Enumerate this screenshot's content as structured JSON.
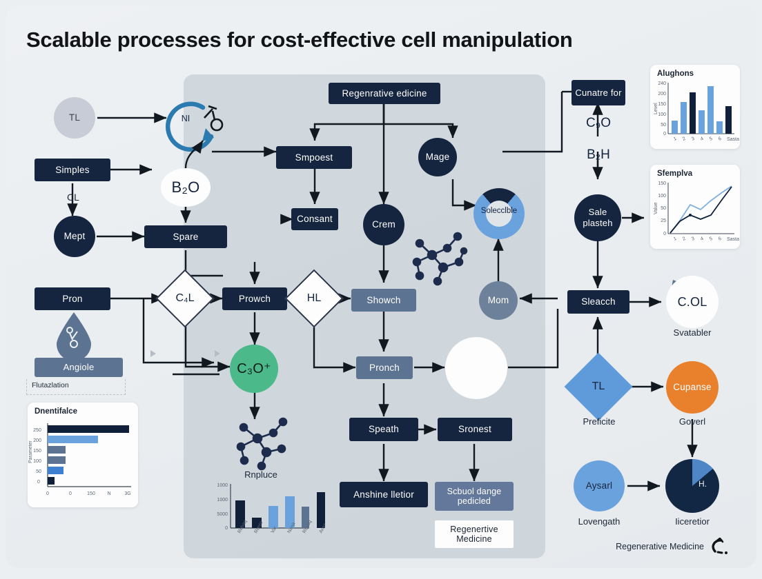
{
  "title": "Scalable processes for cost-effective cell manipulation",
  "footer": {
    "brand": "Regenerative Medicine",
    "logo_icon": "quote-mark-logo"
  },
  "nodes": {
    "tl_circle": "TL",
    "ni_loop": "NI",
    "ni_loop_marker": "O",
    "simples": "Simples",
    "cl_label": "CL",
    "mept": "Mept",
    "b2o": "B₂O",
    "spare": "Spare",
    "pron": "Pron",
    "c4l_diamond": "C₄L",
    "angiole": "Angiole",
    "flutazlation": "Flutazlation",
    "regenerative_medicine": "Regenrative edicine",
    "smpoest": "Smpoest",
    "consant": "Consant",
    "crem": "Crem",
    "mage": "Mage",
    "solecclble": "Solecclble",
    "prowch": "Prowch",
    "c3o_plus": "C₃O⁺",
    "hl_diamond": "HL",
    "showch": "Showch",
    "mom": "Mom",
    "pronch": "Pronch",
    "speath": "Speath",
    "sronest": "Sronest",
    "anshine": "Anshine lletior",
    "scbuol": "Scbuol dange pedicled",
    "regen_med_box": "Regenertive Medicine",
    "rnpluce": "Rnpluce",
    "cunatre_for": "Cunatre for",
    "c9o": "C₉O",
    "b2h": "B₂H",
    "sale_plasteh": "Sale plasteh",
    "sleacch": "Sleacch",
    "col_circle": "C.OL",
    "svatabler": "Svatabler",
    "tl_diamond": "TL",
    "preficite": "Preficite",
    "cupanse": "Cupanse",
    "goverl": "Goverl",
    "aysarl": "Aysarl",
    "lovengath": "Lovengath",
    "iiceretior": "Iiceretior",
    "pie_slice_label": "H."
  },
  "colors": {
    "navy": "#15243f",
    "slate": "#5d7392",
    "light_blue": "#6aa2de",
    "orange": "#e8802c",
    "green": "#4cb98b",
    "lavender": "#c7ccd6",
    "loop_blue": "#2b7bb0",
    "background": "#eceff1",
    "plate": "#bac4cc"
  },
  "chart_data": [
    {
      "type": "bar",
      "id": "dnentifalce",
      "title": "Dnentifalce",
      "orientation": "horizontal",
      "xlabel": "",
      "ylabel": "Parameter",
      "categories": [
        "250",
        "200",
        "150",
        "100",
        "50",
        "0"
      ],
      "tick_labels": [
        "250",
        "200",
        "150",
        "100",
        "50",
        "0"
      ],
      "xticks": [
        "0",
        "0",
        "150",
        "N",
        "3G"
      ],
      "values": [
        100,
        62,
        22,
        22,
        19,
        8
      ],
      "colors": [
        "#10203a",
        "#6aa2de",
        "#5d7392",
        "#5d7392",
        "#3f7fd0",
        "#10203a"
      ],
      "xlim": [
        0,
        100
      ]
    },
    {
      "type": "bar",
      "id": "rnpluce",
      "title": "Rnpluce",
      "orientation": "vertical",
      "categories": [
        "Rebaq",
        "Ronrc",
        "Var",
        "Nana",
        "Roxoq",
        "Anss"
      ],
      "tick_labels": [
        "0",
        "5000",
        "1000",
        "1000"
      ],
      "values": [
        1000,
        370,
        800,
        1150,
        780,
        1400
      ],
      "colors": [
        "#10203a",
        "#10203a",
        "#6aa2de",
        "#6aa2de",
        "#5d7392",
        "#10203a"
      ],
      "ylim": [
        0,
        1600
      ]
    },
    {
      "type": "bar",
      "id": "alughons",
      "title": "Alughons",
      "orientation": "vertical",
      "ylabel": "Level",
      "categories": [
        "1",
        "2",
        "3",
        "4",
        "5",
        "6",
        "Sasta"
      ],
      "tick_labels": [
        "0",
        "50",
        "100",
        "150",
        "200",
        "240"
      ],
      "values": [
        62,
        150,
        195,
        110,
        225,
        60,
        130
      ],
      "colors": [
        "#6aa2de",
        "#6aa2de",
        "#10203a",
        "#6aa2de",
        "#6aa2de",
        "#6aa2de",
        "#10203a"
      ],
      "ylim": [
        0,
        240
      ]
    },
    {
      "type": "line",
      "id": "sfemplva",
      "title": "Sfemplva",
      "x": [
        "1",
        "2",
        "3",
        "4",
        "5",
        "6",
        "Sasta"
      ],
      "tick_labels": [
        "0",
        "25",
        "50",
        "100",
        "150"
      ],
      "series": [
        {
          "name": "upper",
          "color": "#7fb0e0",
          "values": [
            3,
            42,
            96,
            82,
            110,
            135,
            160
          ]
        },
        {
          "name": "lower",
          "color": "#10203a",
          "values": [
            3,
            40,
            62,
            48,
            62,
            110,
            158
          ]
        }
      ],
      "ylim": [
        0,
        170
      ]
    },
    {
      "type": "donut",
      "id": "solecclble",
      "label": "Solecclble",
      "slices": [
        {
          "name": "dark",
          "value": 22,
          "color": "#15243f"
        },
        {
          "name": "light",
          "value": 78,
          "color": "#6aa2de"
        }
      ]
    },
    {
      "type": "pie",
      "id": "iiceretior",
      "label": "Iiceretior",
      "slices": [
        {
          "name": "H.",
          "value": 14,
          "color": "#4f86c6"
        },
        {
          "name": "rest",
          "value": 86,
          "color": "#122744"
        }
      ]
    }
  ]
}
